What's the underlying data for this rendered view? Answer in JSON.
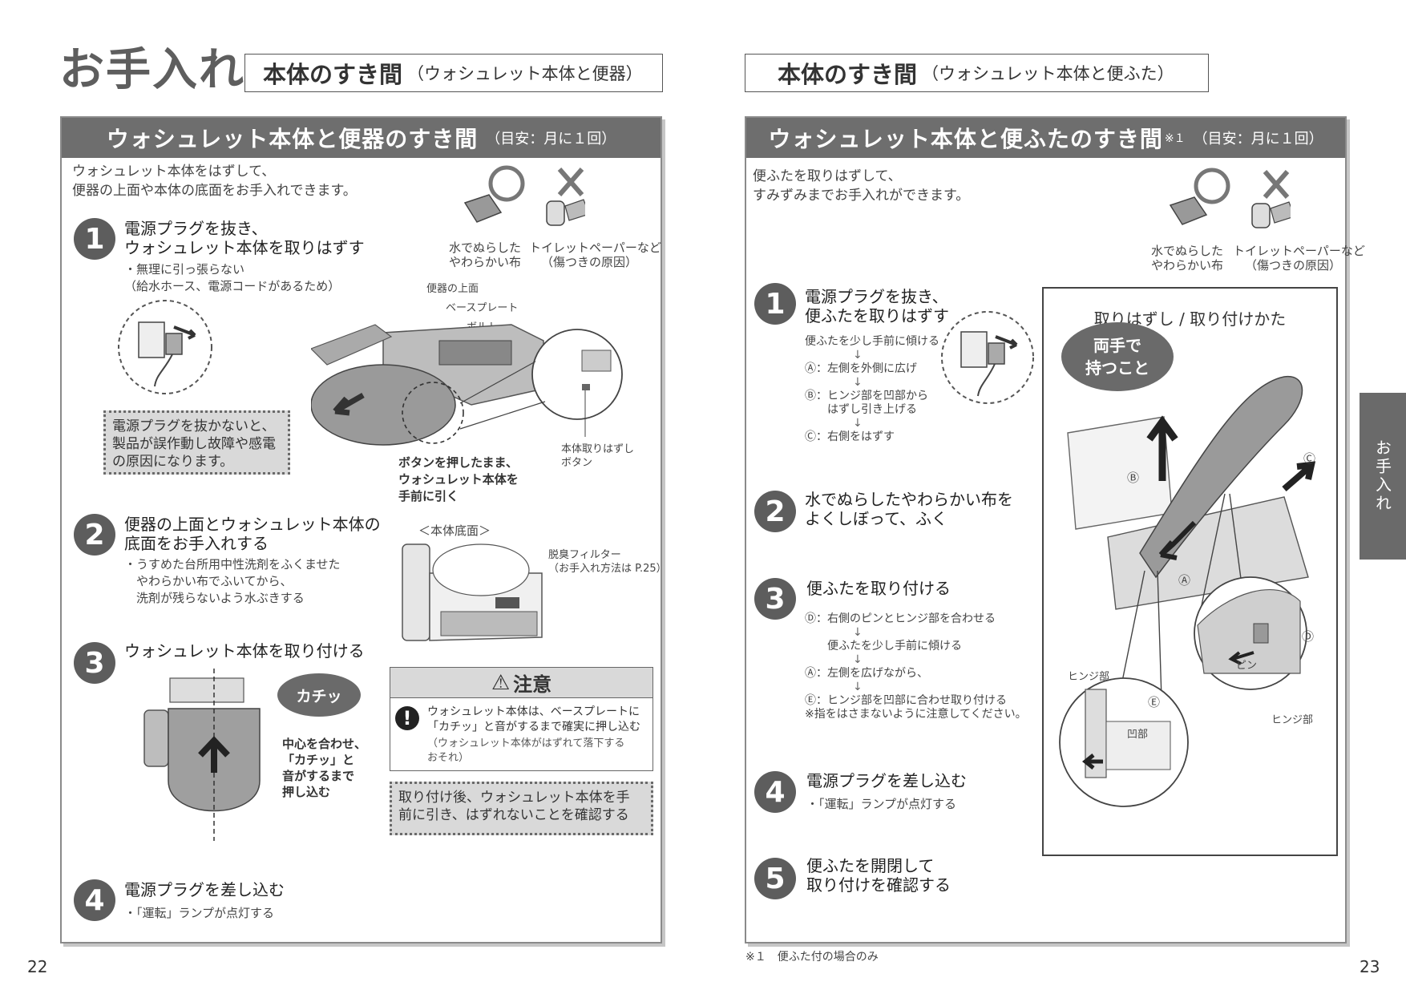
{
  "header": {
    "big_title": "お手入れ",
    "left_main": "本体のすき間",
    "left_sub": "（ウォシュレット本体と便器）",
    "right_main": "本体のすき間",
    "right_sub": "（ウォシュレット本体と便ふた）"
  },
  "left": {
    "band_main": "ウォシュレット本体と便器のすき間",
    "band_sub": "（目安：月に１回）",
    "intro": [
      "ウォシュレット本体をはずして、",
      "便器の上面や本体の底面をお手入れできます。"
    ],
    "ok_caption": [
      "水でぬらした",
      "やわらかい布"
    ],
    "ng_caption": [
      "トイレットペーパーなど",
      "（傷つきの原因）"
    ],
    "step1_no": "1",
    "step1_title": [
      "電源プラグを抜き、",
      "ウォシュレット本体を取りはずす"
    ],
    "step1_note": [
      "・無理に引っ張らない",
      "（給水ホース、電源コードがあるため）"
    ],
    "diagram_label_top": "便器の上面",
    "diagram_label_base": "ベースプレート",
    "diagram_label_bolt": "ボルト",
    "diagram_label_button": [
      "本体取りはずし",
      "ボタン"
    ],
    "diagram_push_note": [
      "ボタンを押したまま、",
      "ウォシュレット本体を",
      "手前に引く"
    ],
    "warn1": [
      "電源プラグを抜かないと、",
      "製品が誤作動し故障や感電",
      "の原因になります。"
    ],
    "step2_no": "2",
    "step2_title": [
      "便器の上面とウォシュレット本体の",
      "底面をお手入れする"
    ],
    "step2_note": [
      "・うすめた台所用中性洗剤をふくませた",
      "　やわらかい布でふいてから、",
      "　洗剤が残らないよう水ぶきする"
    ],
    "bottom_label": "＜本体底面＞",
    "filter_label": [
      "脱臭フィルター",
      "（お手入れ方法は P.25）"
    ],
    "step3_no": "3",
    "step3_title": "ウォシュレット本体を取り付ける",
    "click_bubble": "カチッ",
    "step3_note": [
      "中心を合わせ、",
      "「カチッ」と",
      "音がするまで",
      "押し込む"
    ],
    "caution_head": "注意",
    "caution_mark": "!",
    "caution_text": [
      "ウォシュレット本体は、ベースプレートに",
      "「カチッ」と音がするまで確実に押し込む"
    ],
    "caution_sub": [
      "（ウォシュレット本体がはずれて落下する",
      "おそれ）"
    ],
    "warn2": [
      "取り付け後、ウォシュレット本体を手",
      "前に引き、はずれないことを確認する"
    ],
    "step4_no": "4",
    "step4_title": "電源プラグを差し込む",
    "step4_note": "・「運転」ランプが点灯する",
    "page_no": "22"
  },
  "right": {
    "band_main": "ウォシュレット本体と便ふたのすき間",
    "band_sup": "※１",
    "band_sub": "（目安：月に１回）",
    "intro": [
      "便ふたを取りはずして、",
      "すみずみまでお手入れができます。"
    ],
    "ok_caption": [
      "水でぬらした",
      "やわらかい布"
    ],
    "ng_caption": [
      "トイレットペーパーなど",
      "（傷つきの原因）"
    ],
    "step1_no": "1",
    "step1_title": [
      "電源プラグを抜き、",
      "便ふたを取りはずす"
    ],
    "step1_lines": [
      "便ふたを少し手前に傾ける",
      "Ⓐ：左側を外側に広げ",
      "Ⓑ：ヒンジ部を凹部から",
      "　　はずし引き上げる",
      "Ⓒ：右側をはずす"
    ],
    "step2_no": "2",
    "step2_title": [
      "水でぬらしたやわらかい布を",
      "よくしぼって、ふく"
    ],
    "step3_no": "3",
    "step3_title": "便ふたを取り付ける",
    "step3_lines": [
      "Ⓓ：右側のピンとヒンジ部を合わせる",
      "　　便ふたを少し手前に傾ける",
      "Ⓐ：左側を広げながら、",
      "Ⓔ：ヒンジ部を凹部に合わせ取り付ける",
      "※指をはさまないように注意してください。"
    ],
    "step4_no": "4",
    "step4_title": "電源プラグを差し込む",
    "step4_note": "・「運転」ランプが点灯する",
    "step5_no": "5",
    "step5_title": [
      "便ふたを開閉して",
      "取り付けを確認する"
    ],
    "box_title": "取りはずし / 取り付けかた",
    "bubble": [
      "両手で",
      "持つこと"
    ],
    "label_a": "Ⓐ",
    "label_b": "Ⓑ",
    "label_c": "Ⓒ",
    "label_d": "Ⓓ",
    "label_e": "Ⓔ",
    "label_hinge1": "ヒンジ部",
    "label_recess": "凹部",
    "label_pin": "ピン",
    "label_hinge2": "ヒンジ部",
    "footnote": "※１　便ふた付の場合のみ",
    "side_tab": "お手入れ",
    "page_no": "23"
  }
}
